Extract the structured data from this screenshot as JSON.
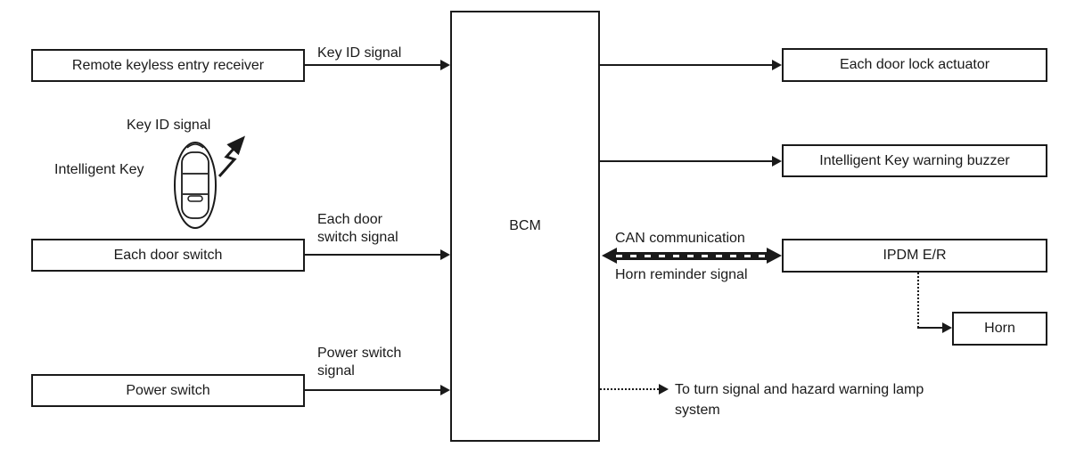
{
  "nodes": {
    "remote_receiver": "Remote keyless entry receiver",
    "each_door_switch": "Each door switch",
    "power_switch": "Power switch",
    "bcm": "BCM",
    "door_lock_actuator": "Each door lock actuator",
    "warning_buzzer": "Intelligent Key warning buzzer",
    "ipdm": "IPDM E/R",
    "horn": "Horn"
  },
  "labels": {
    "key_id_signal": "Key ID signal",
    "key_id_signal_wireless": "Key ID signal",
    "intelligent_key": "Intelligent Key",
    "each_door_switch_signal": [
      "Each door",
      "switch signal"
    ],
    "power_switch_signal": [
      "Power switch",
      "signal"
    ],
    "can_communication": "CAN communication",
    "horn_reminder_signal": "Horn reminder signal",
    "turn_signal_note": [
      "To turn signal and hazard warning lamp",
      "system"
    ]
  },
  "colors": {
    "line": "#1a1a1a",
    "background": "#ffffff"
  }
}
